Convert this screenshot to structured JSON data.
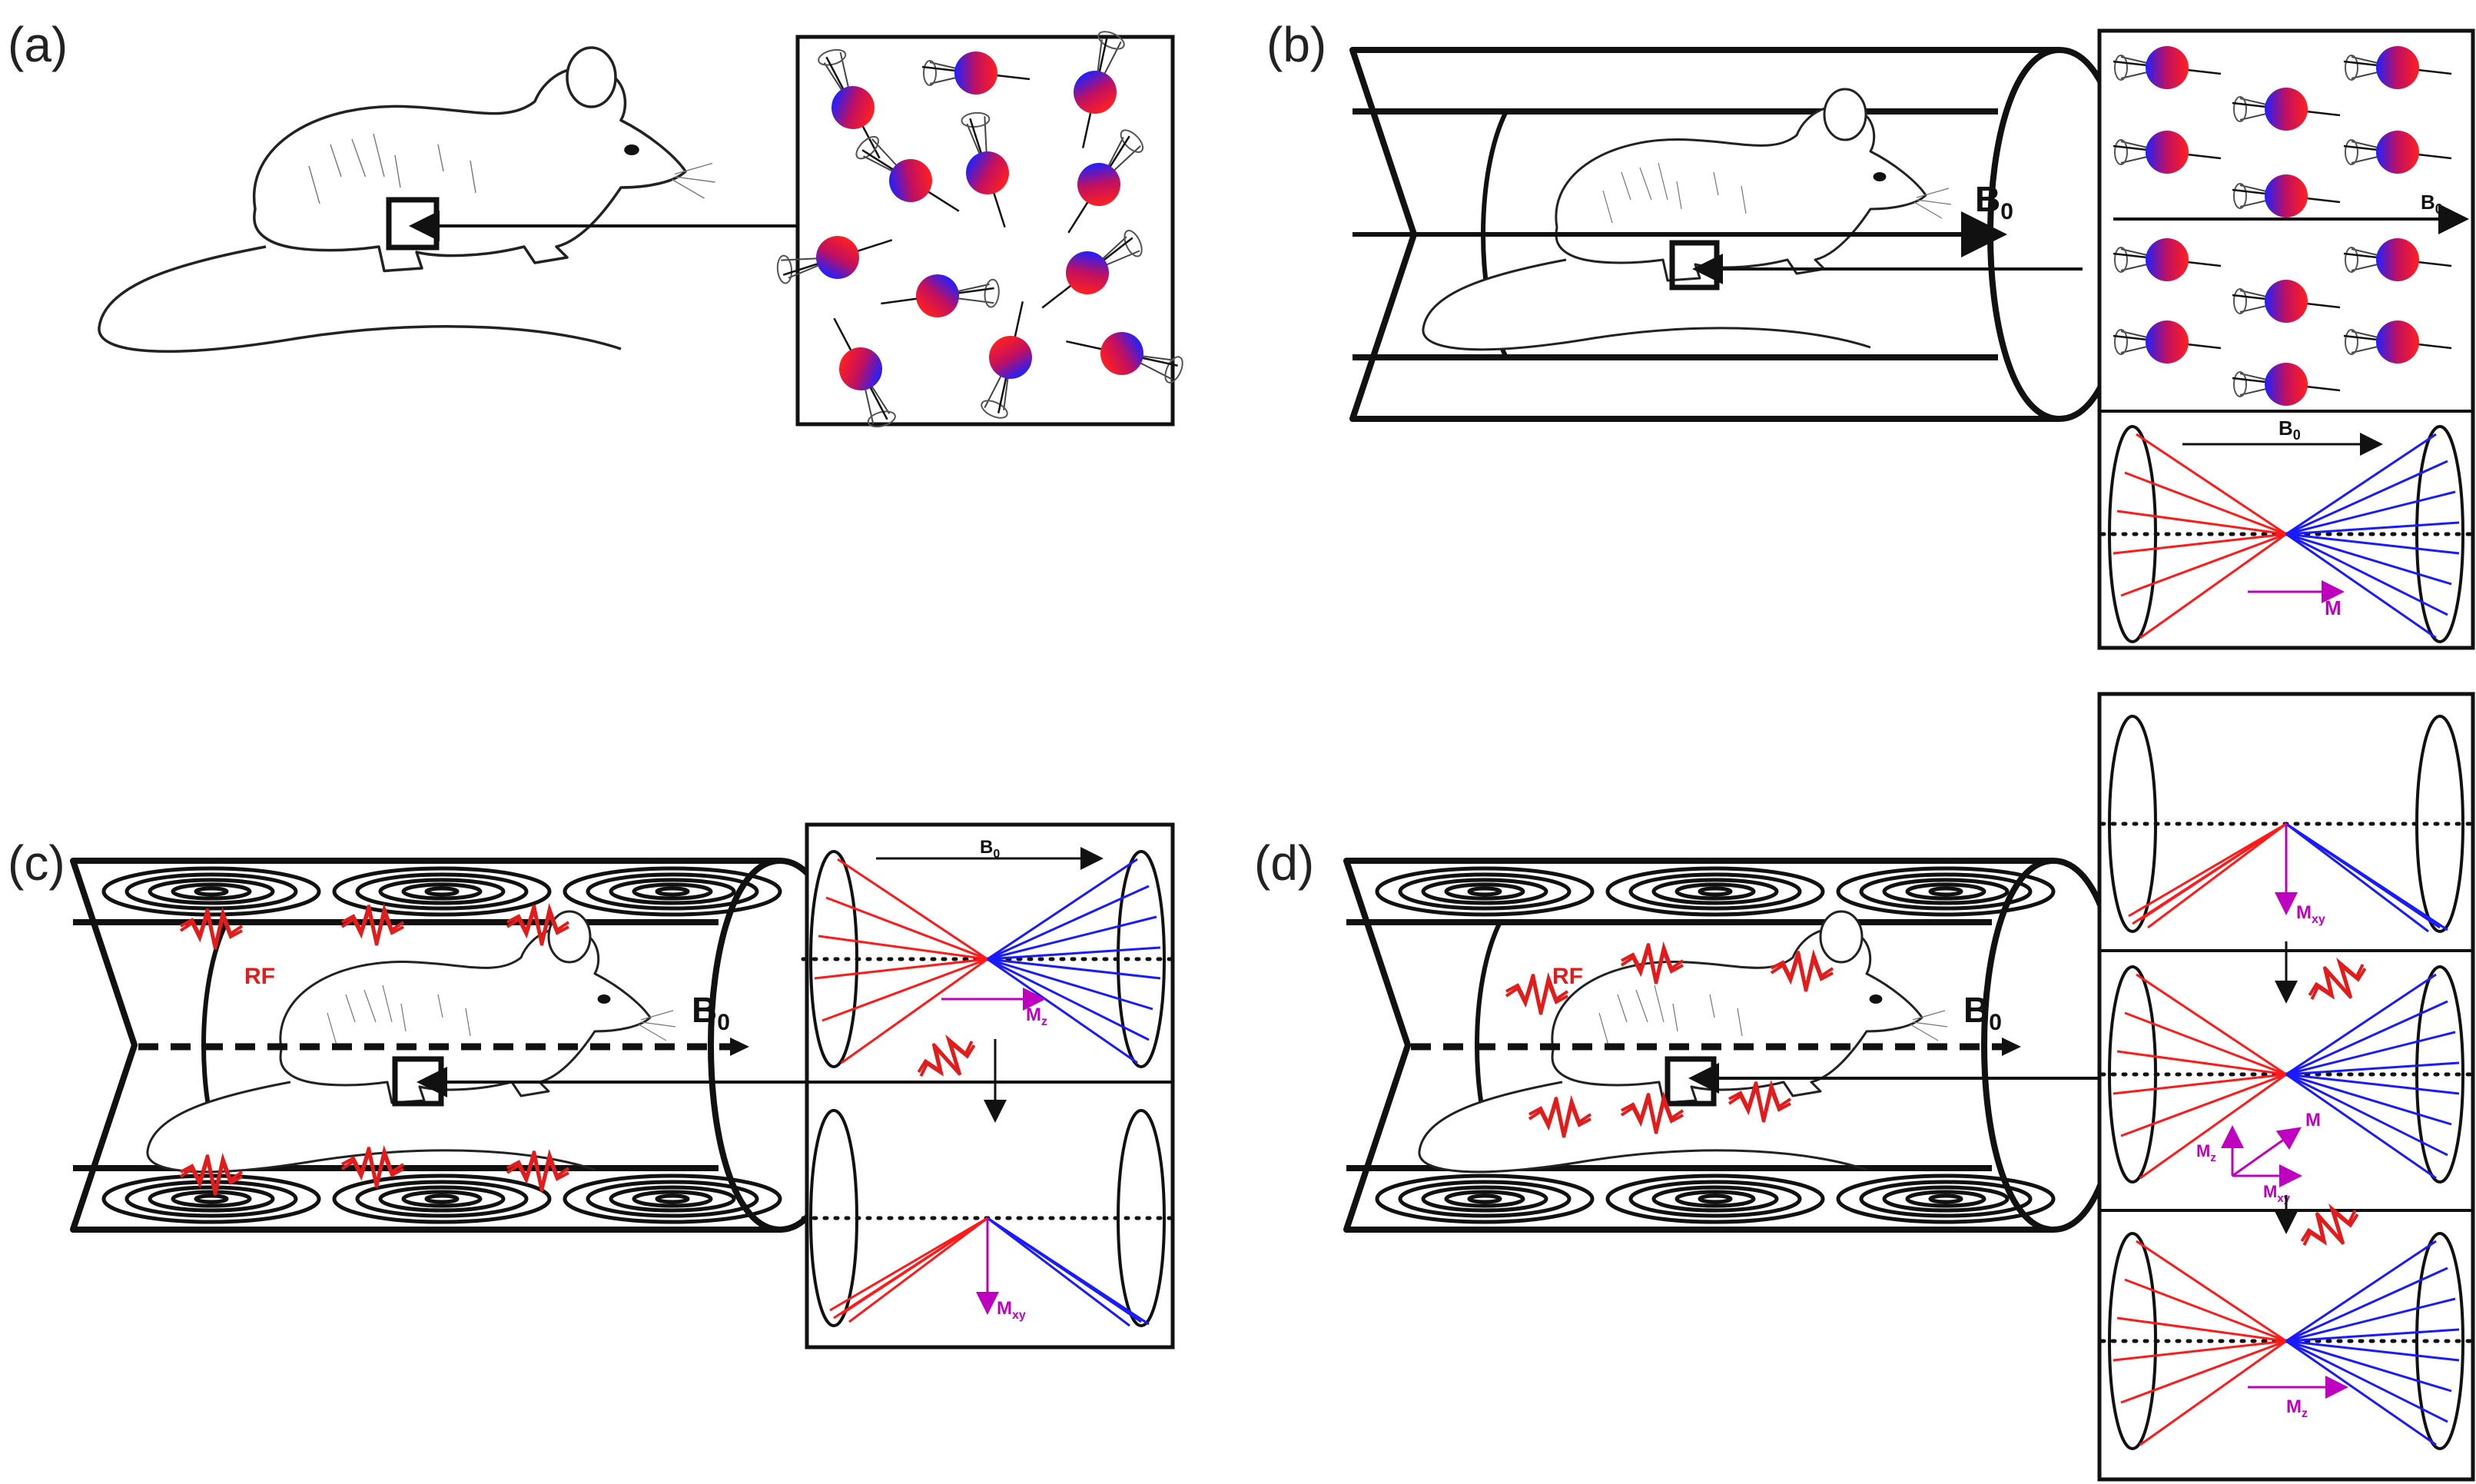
{
  "panels": {
    "a": {
      "label": "(a)"
    },
    "b": {
      "label": "(b)",
      "field_label": "B",
      "field_subscript": "0",
      "inset_field_label": "B",
      "inset_field_subscript": "0",
      "magnetization_label": "M"
    },
    "c": {
      "label": "(c)",
      "field_label": "B",
      "field_subscript": "0",
      "rf_label": "RF",
      "inset_field_label": "B",
      "inset_field_subscript": "0",
      "mz_label": "M",
      "mz_subscript": "z",
      "mxy_label": "M",
      "mxy_subscript": "xy"
    },
    "d": {
      "label": "(d)",
      "field_label": "B",
      "field_subscript": "0",
      "rf_label": "RF",
      "mxy_label": "M",
      "mxy_subscript": "xy",
      "m_label": "M",
      "mz_label": "M",
      "mz_subscript": "z",
      "mxy2_label": "M",
      "mxy2_subscript": "xy",
      "mz3_label": "M",
      "mz3_subscript": "z"
    }
  },
  "colors": {
    "spin_red": "#ff1a1a",
    "spin_blue": "#1a1aff",
    "rf": "#e21b1b",
    "magnetization": "#c000c0",
    "ink": "#111111"
  }
}
